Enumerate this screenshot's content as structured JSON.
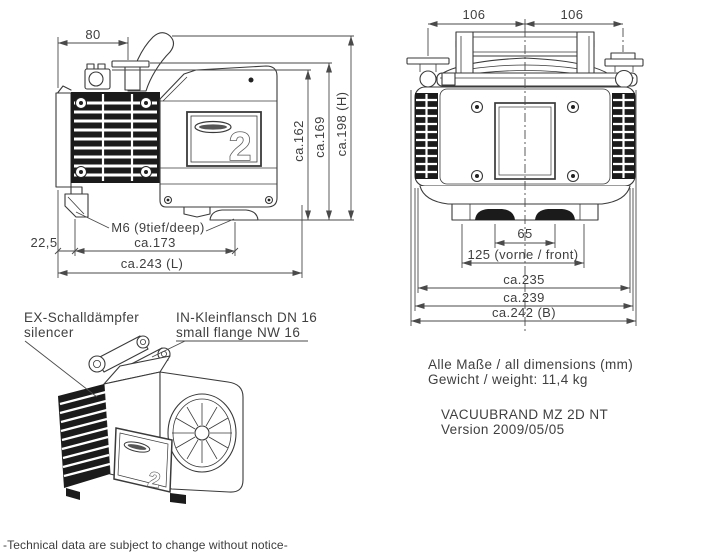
{
  "colors": {
    "line": "#3a3a3a",
    "dim": "#4a4a4a",
    "text": "#3f3f3f",
    "dark_fill": "#1b1b1b",
    "background": "#ffffff"
  },
  "side_view": {
    "dim_width_top": "80",
    "dim_height_1": "ca.162",
    "dim_height_2": "ca.169",
    "dim_height_3": "ca.198 (H)",
    "dim_offset": "22,5",
    "dim_feet": "ca.173",
    "dim_length": "ca.243 (L)",
    "label_m6": "M6 (9tief/deep)",
    "badge": "2"
  },
  "front_view": {
    "dim_half_left": "106",
    "dim_half_right": "106",
    "dim_feet": "65",
    "dim_front": "125 (vorne / front)",
    "dim_width_1": "ca.235",
    "dim_width_2": "ca.239",
    "dim_width_3": "ca.242 (B)"
  },
  "iso_view": {
    "label_ex_line1": "EX-Schalldämpfer",
    "label_ex_line2": "silencer",
    "label_in_line1": "IN-Kleinflansch DN 16",
    "label_in_line2": "small flange NW 16",
    "badge": "2"
  },
  "notes": {
    "dimensions_note": "Alle Maße / all dimensions (mm)",
    "weight_note": "Gewicht / weight: 11,4 kg",
    "model": "VACUUBRAND MZ 2D NT",
    "version": "Version 2009/05/05"
  },
  "footer": {
    "disclaimer": "-Technical data are subject to change without notice-"
  }
}
